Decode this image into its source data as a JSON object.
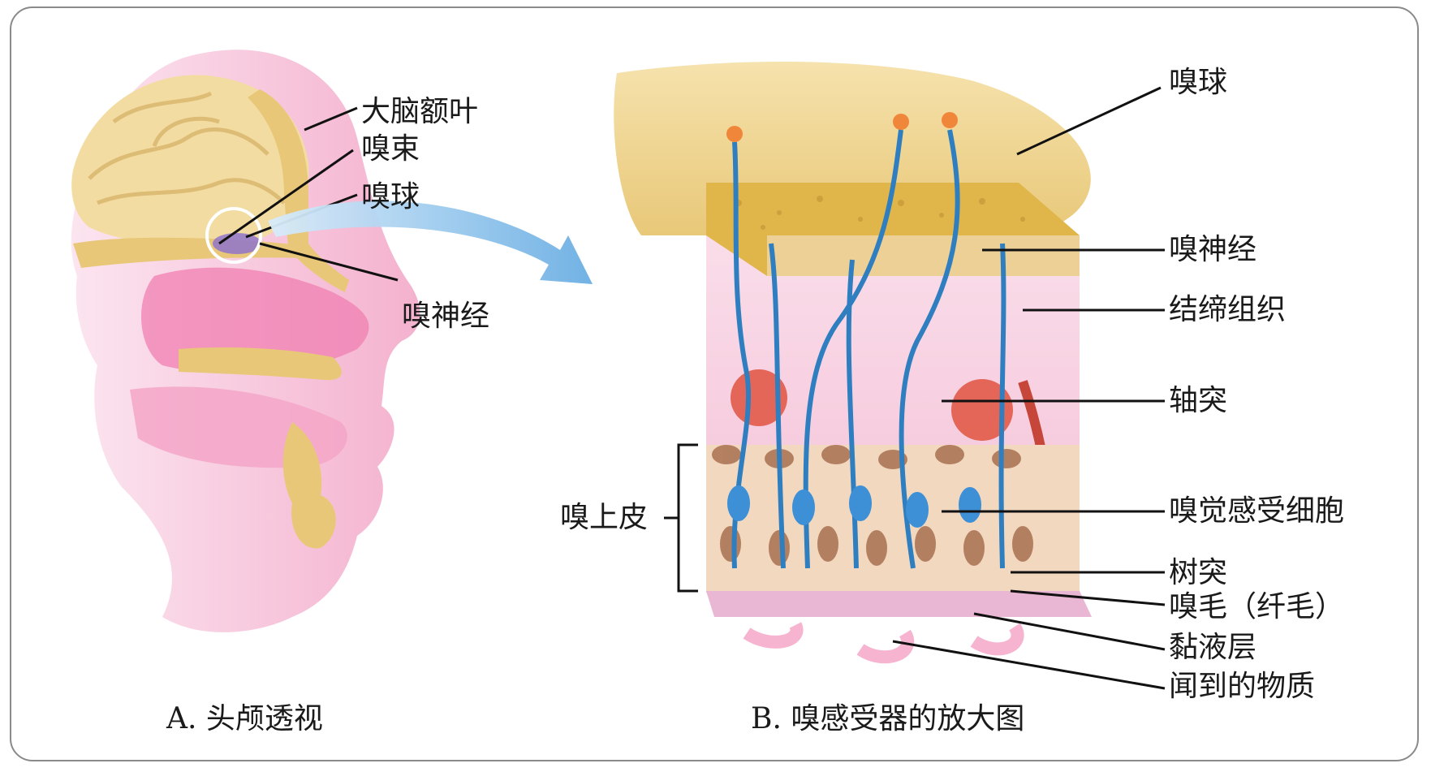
{
  "panel_a": {
    "caption": "A. 头颅透视",
    "labels": {
      "frontal_lobe": "大脑额叶",
      "olfactory_tract": "嗅束",
      "olfactory_bulb": "嗅球",
      "olfactory_nerve": "嗅神经"
    }
  },
  "panel_b": {
    "caption": "B. 嗅感受器的放大图",
    "labels": {
      "olfactory_bulb": "嗅球",
      "olfactory_nerve": "嗅神经",
      "connective_tissue": "结缔组织",
      "axon": "轴突",
      "olfactory_epithelium": "嗅上皮",
      "receptor_cell": "嗅觉感受细胞",
      "dendrite": "树突",
      "cilia": "嗅毛（纤毛）",
      "mucus_layer": "黏液层",
      "odorant": "闻到的物质"
    }
  },
  "colors": {
    "bone": "#e8c878",
    "brain": "#f2dca0",
    "mucosa": "#f4a6c8",
    "nerve": "#2f7fc0",
    "cell_body": "#a46a4a",
    "arrow": "#7fb8e6"
  }
}
